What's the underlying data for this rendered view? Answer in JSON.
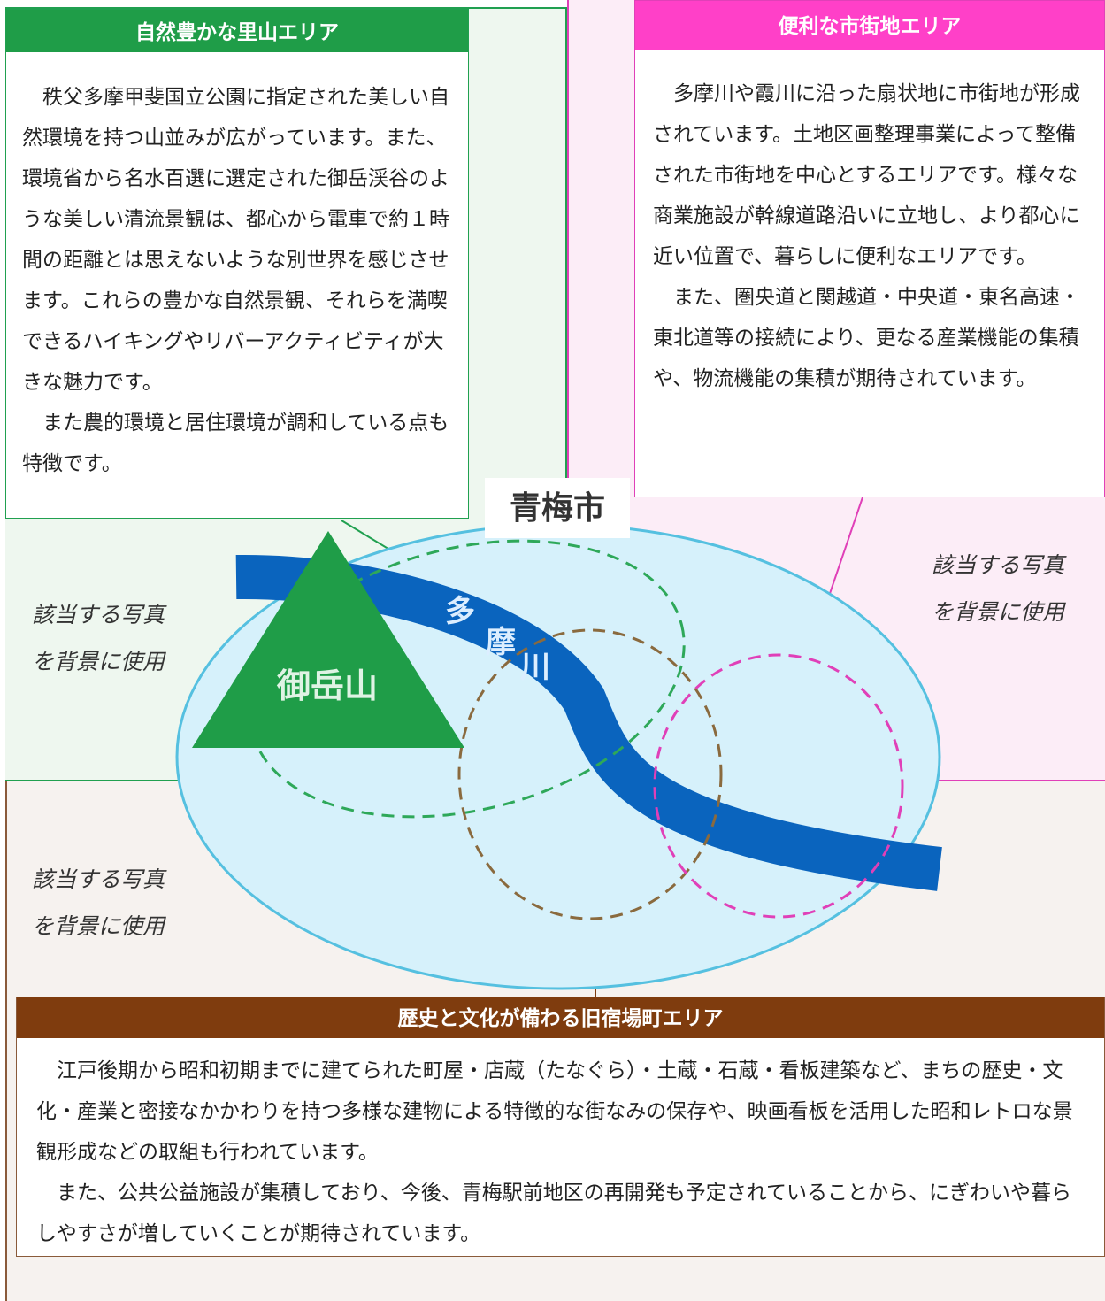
{
  "areas": {
    "satoyama": {
      "title": "自然豊かな里山エリア",
      "paragraphs": [
        "秩父多摩甲斐国立公園に指定された美しい自然環境を持つ山並みが広がっています。また、環境省から名水百選に選定された御岳渓谷のような美しい清流景観は、都心から電車で約１時間の距離とは思えないような別世界を感じさせます。これらの豊かな自然景観、それらを満喫できるハイキングやリバーアクティビティが大きな魅力です。",
        "また農的環境と居住環境が調和している点も特徴です。"
      ],
      "photo_note": [
        "該当する写真",
        "を背景に使用"
      ],
      "color": "#1f9d48"
    },
    "shigaichi": {
      "title": "便利な市街地エリア",
      "paragraphs": [
        "多摩川や霞川に沿った扇状地に市街地が形成されています。土地区画整理事業によって整備された市街地を中心とするエリアです。様々な商業施設が幹線道路沿いに立地し、より都心に近い位置で、暮らしに便利なエリアです。",
        "また、圏央道と関越道・中央道・東名高速・東北道等の接続により、更なる産業機能の集積や、物流機能の集積が期待されています。"
      ],
      "photo_note": [
        "該当する写真",
        "を背景に使用"
      ],
      "color": "#ff40c8"
    },
    "shukuba": {
      "title": "歴史と文化が備わる旧宿場町エリア",
      "paragraphs": [
        "江戸後期から昭和初期までに建てられた町屋・店蔵（たなぐら）・土蔵・石蔵・看板建築など、まちの歴史・文化・産業と密接なかかわりを持つ多様な建物による特徴的な街なみの保存や、映画看板を活用した昭和レトロな景観形成などの取組も行われています。",
        "また、公共公益施設が集積しており、今後、青梅駅前地区の再開発も予定されていることから、にぎわいや暮らしやすさが増していくことが期待されています。"
      ],
      "photo_note": [
        "該当する写真",
        "を背景に使用"
      ],
      "color": "#7f3c0e"
    }
  },
  "map": {
    "city_label": "青梅市",
    "mountain_label": "御岳山",
    "river_label": [
      "多",
      "摩",
      "川"
    ],
    "colors": {
      "city_fill": "#d6f1fb",
      "city_border": "#55c0e0",
      "river": "#0a64be",
      "mountain": "#1f9d48"
    }
  }
}
